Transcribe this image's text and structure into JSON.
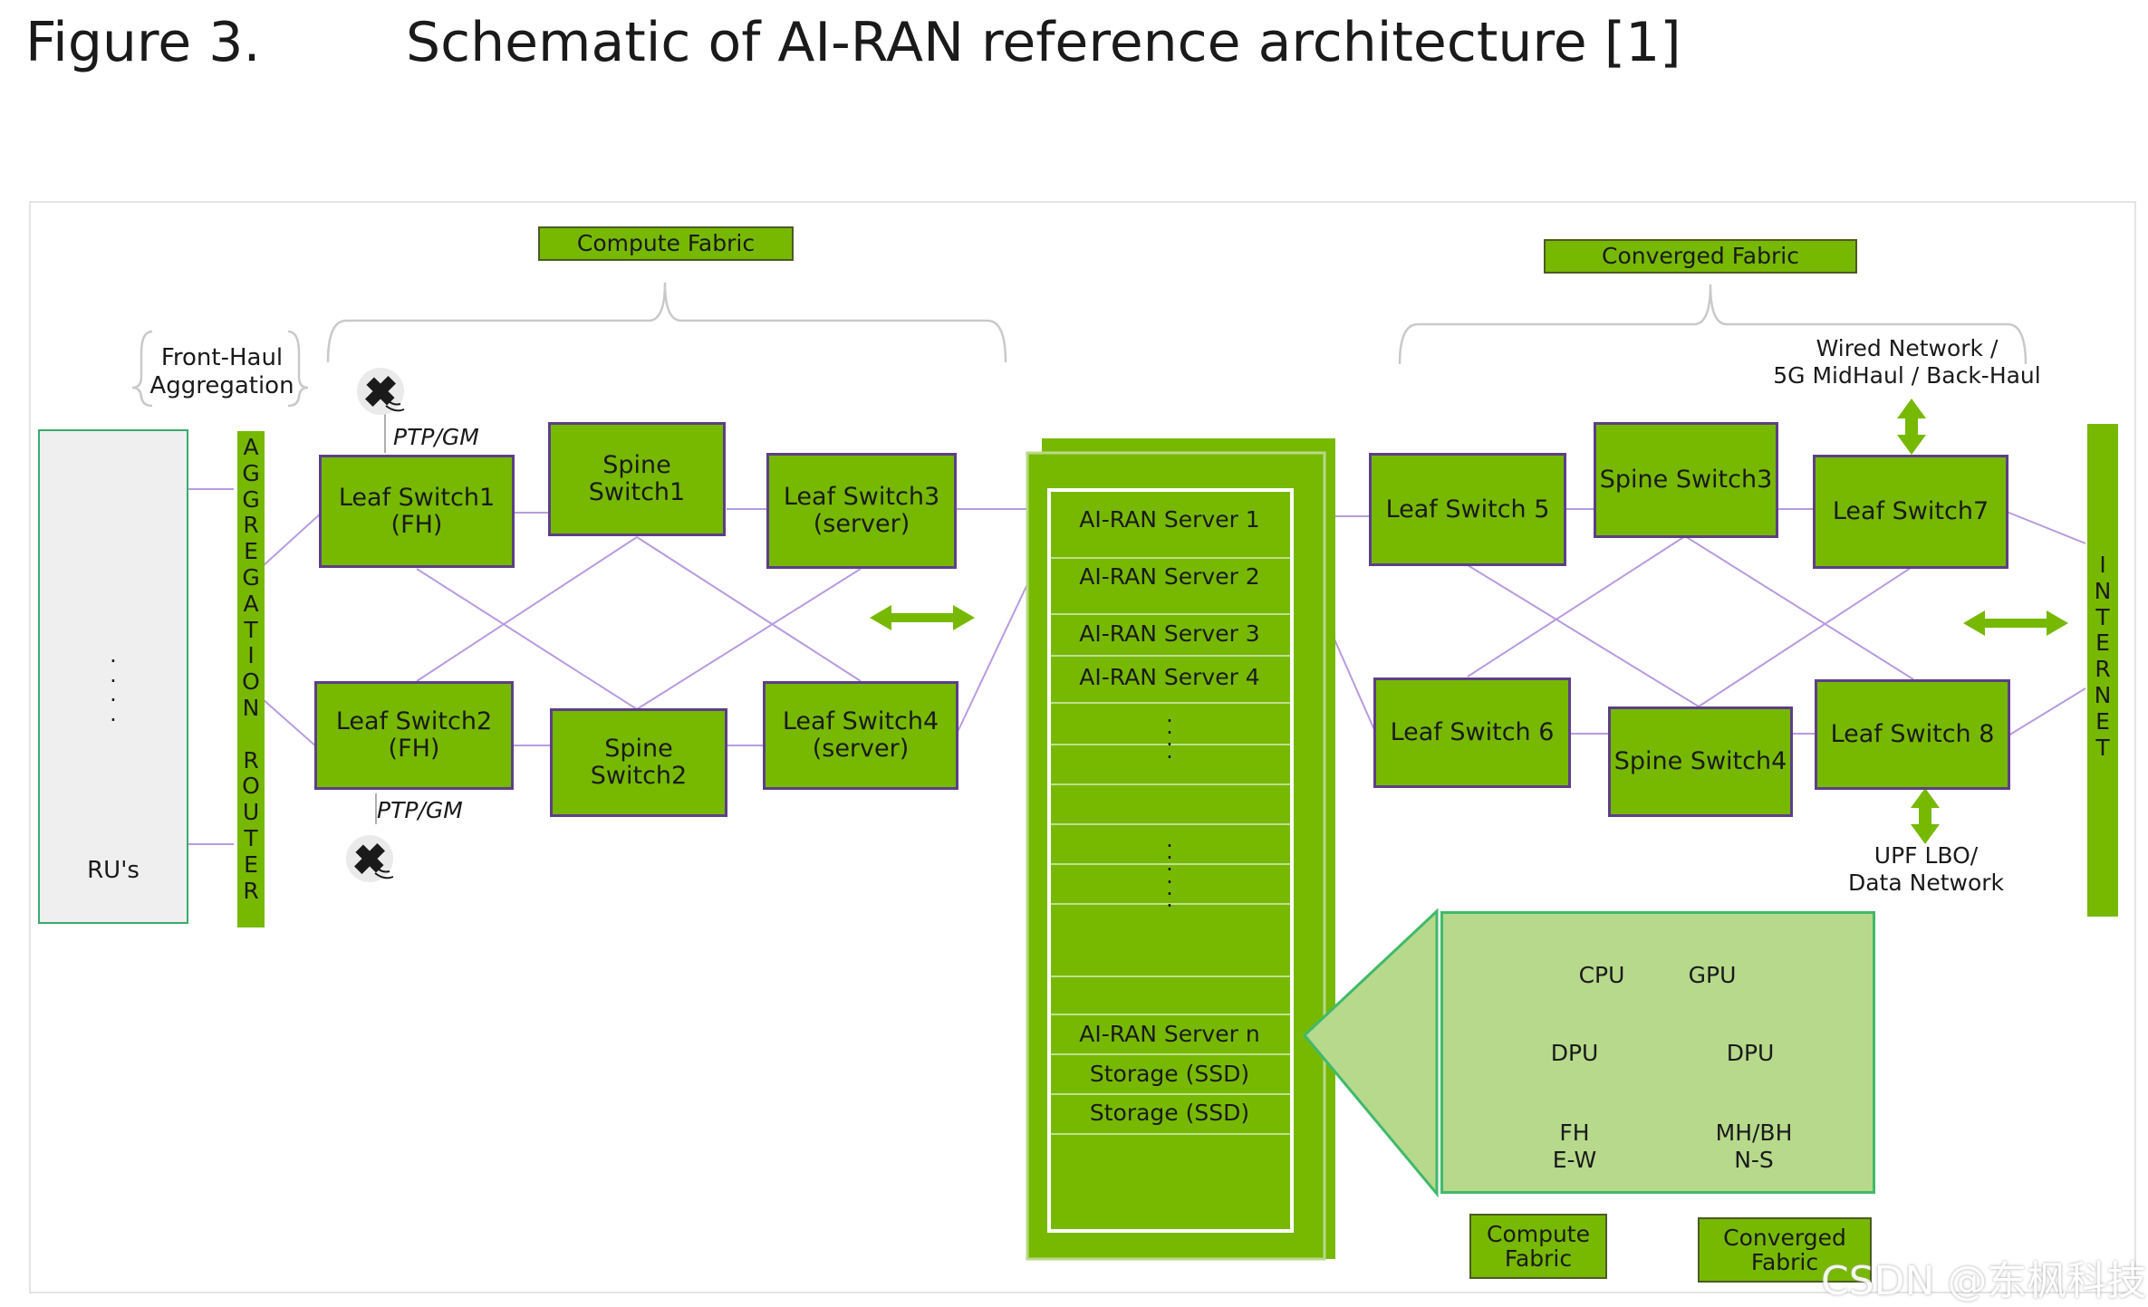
{
  "figure": {
    "label": "Figure 3.",
    "title": "Schematic of AI-RAN reference architecture [1]"
  },
  "fabric_labels": {
    "compute_top": "Compute Fabric",
    "converged_top": "Converged Fabric",
    "compute_bottom": "Compute\nFabric",
    "converged_bottom": "Converged\nFabric"
  },
  "front_haul_label": "Front-Haul\nAggregation",
  "aggregation_router": "AGGREGATION ROUTER",
  "internet": "INTERNET",
  "ru_panel": {
    "label": "RU's",
    "dots": "·\n·\n·\n·"
  },
  "ptp": {
    "top": "PTP/GM",
    "bottom": "PTP/GM"
  },
  "switches": {
    "leaf1": "Leaf Switch1\n(FH)",
    "leaf2": "Leaf Switch2\n(FH)",
    "spine1": "Spine Switch1",
    "spine2": "Spine Switch2",
    "leaf3": "Leaf Switch3\n(server)",
    "leaf4": "Leaf Switch4\n(server)",
    "leaf5": "Leaf Switch 5",
    "leaf6": "Leaf Switch 6",
    "spine3": "Spine Switch3",
    "spine4": "Spine Switch4",
    "leaf7": "Leaf Switch7",
    "leaf8": "Leaf Switch 8"
  },
  "servers": [
    "AI-RAN Server 1",
    "AI-RAN Server 2",
    "AI-RAN Server 3",
    "AI-RAN Server 4",
    "·\n·\n·\n·",
    "·\n·\n·\n·\n·\n·",
    "AI-RAN Server n",
    "Storage (SSD)",
    "Storage (SSD)"
  ],
  "external": {
    "wired": "Wired Network /\n5G MidHaul / Back-Haul",
    "upf": "UPF LBO/\nData Network"
  },
  "node_detail": {
    "cpu": "CPU",
    "gpu": "GPU",
    "dpu_left": "DPU",
    "dpu_right": "DPU",
    "fh": "FH\nE-W",
    "mhbh": "MH/BH\nN-S"
  },
  "watermark": "CSDN @东枫科技",
  "colors": {
    "nvidia_green": "#76b900",
    "switch_border": "#5c3f86",
    "link_line": "#b89be0",
    "panel_green": "#b6d98b",
    "panel_border": "#41b96a",
    "ru_panel_bg": "#efefef"
  }
}
